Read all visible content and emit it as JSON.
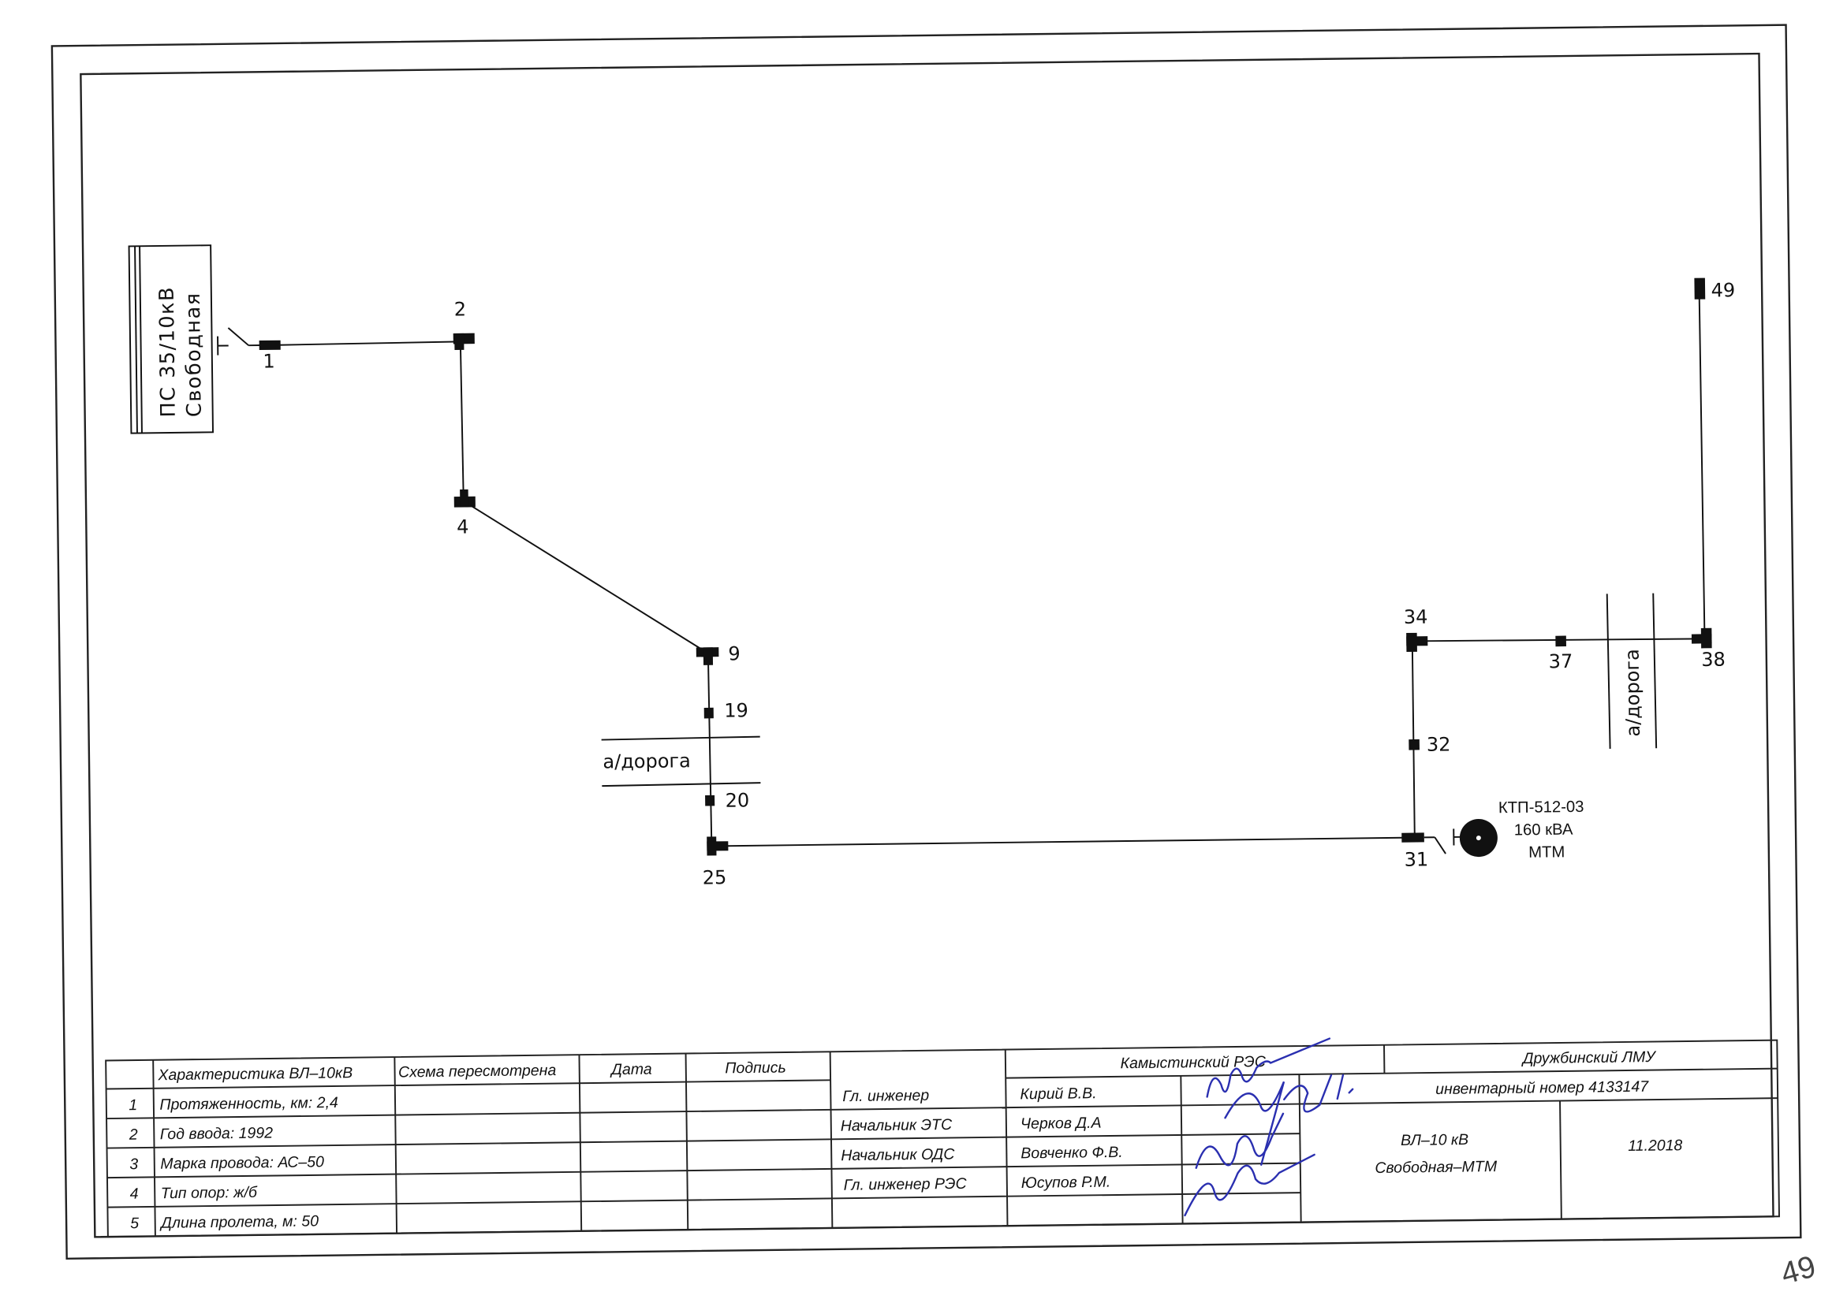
{
  "substation": {
    "line1": "ПС 35/10кВ",
    "line2": "Свободная"
  },
  "poles": {
    "p1": "1",
    "p2": "2",
    "p4": "4",
    "p9": "9",
    "p19": "19",
    "p20": "20",
    "p25": "25",
    "p31": "31",
    "p32": "32",
    "p34": "34",
    "p37": "37",
    "p38": "38",
    "p49": "49"
  },
  "road_label": "а/дорога",
  "transformer": {
    "name": "КТП-512-03",
    "power": "160 кВА",
    "owner": "МТМ"
  },
  "table": {
    "headers": {
      "characteristic": "Характеристика ВЛ–10кВ",
      "reviewed": "Схема пересмотрена",
      "date": "Дата",
      "signature": "Подпись"
    },
    "rows": [
      {
        "n": "1",
        "text": "Протяженность, км: 2,4"
      },
      {
        "n": "2",
        "text": "Год ввода: 1992"
      },
      {
        "n": "3",
        "text": "Марка провода: АС–50"
      },
      {
        "n": "4",
        "text": "Тип опор: ж/б"
      },
      {
        "n": "5",
        "text": "Длина пролета, м: 50"
      }
    ],
    "org_res": "Камыстинский РЭС",
    "org_lmu": "Дружбинский ЛМУ",
    "staff": [
      {
        "role": "Гл. инженер",
        "name": "Кирий В.В."
      },
      {
        "role": "Начальник ЭТС",
        "name": "Черков Д.А"
      },
      {
        "role": "Начальник ОДС",
        "name": "Вовченко Ф.В."
      },
      {
        "role": "Гл. инженер РЭС",
        "name": "Юсупов Р.М."
      }
    ],
    "inventory": "инвентарный номер 4133147",
    "line_name_1": "ВЛ–10 кВ",
    "line_name_2": "Свободная–МТМ",
    "date_value": "11.2018"
  },
  "page_number": "49",
  "colors": {
    "ink": "#111111",
    "signature": "#2a2fb0"
  }
}
